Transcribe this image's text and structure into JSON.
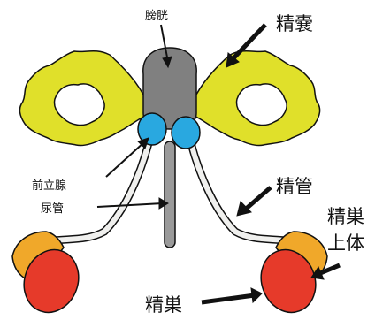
{
  "diagram": {
    "labels": {
      "bladder": "膀胱",
      "seminal_vesicle": "精嚢",
      "prostate": "前立腺",
      "urethra": "尿管",
      "vas_deferens": "精管",
      "epididymis_line1": "精巣",
      "epididymis_line2": "上体",
      "testis": "精巣"
    },
    "colors": {
      "seminal_vesicle": "#e0e02a",
      "bladder": "#808080",
      "prostate": "#29a8e0",
      "vas_deferens": "#f0f0ee",
      "epididymis": "#f0a82a",
      "testis": "#e63a2a",
      "urethra": "#9a9a9a",
      "outline": "#111111"
    }
  }
}
